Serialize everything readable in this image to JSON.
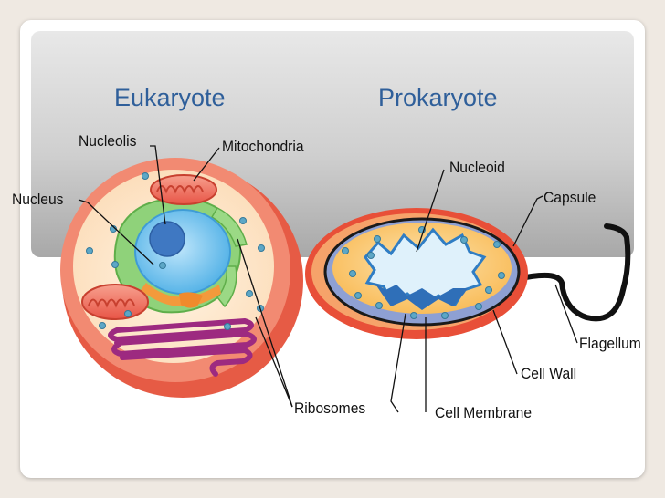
{
  "titles": {
    "eukaryote": "Eukaryote",
    "prokaryote": "Prokaryote"
  },
  "labels": {
    "nucleolis": "Nucleolis",
    "mitochondria": "Mitochondria",
    "nucleus": "Nucleus",
    "ribosomes": "Ribosomes",
    "nucleoid": "Nucleoid",
    "capsule": "Capsule",
    "flagellum": "Flagellum",
    "cell_wall": "Cell Wall",
    "cell_membrane": "Cell Membrane"
  },
  "colors": {
    "title": "#2f5f9a",
    "outer_membrane": "#f07f6a",
    "cytoplasm": "#fde3c2",
    "nucleus": "#57b7ea",
    "nucleolus": "#3f78c2",
    "er": "#86cf6c",
    "golgi": "#a0247f",
    "mitochondria": "#ef6659",
    "capsule": "#e94f3a",
    "cell_wall": "#8d9fd2",
    "prokaryote_cytoplasm": "#fcc76a",
    "nucleoid": "#2f7dc4",
    "ribosome": "#4f9fbf"
  }
}
